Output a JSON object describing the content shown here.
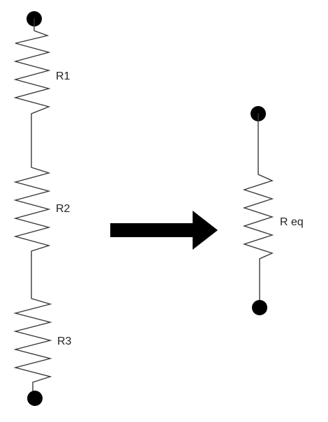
{
  "diagram": {
    "series_circuit": {
      "resistors": [
        {
          "label": "R1"
        },
        {
          "label": "R2"
        },
        {
          "label": "R3"
        }
      ]
    },
    "equivalent_circuit": {
      "resistor": {
        "label": "R eq"
      }
    },
    "colors": {
      "wire": "#3a3a3a",
      "terminal": "#000000",
      "arrow": "#000000",
      "background": "#ffffff"
    }
  }
}
